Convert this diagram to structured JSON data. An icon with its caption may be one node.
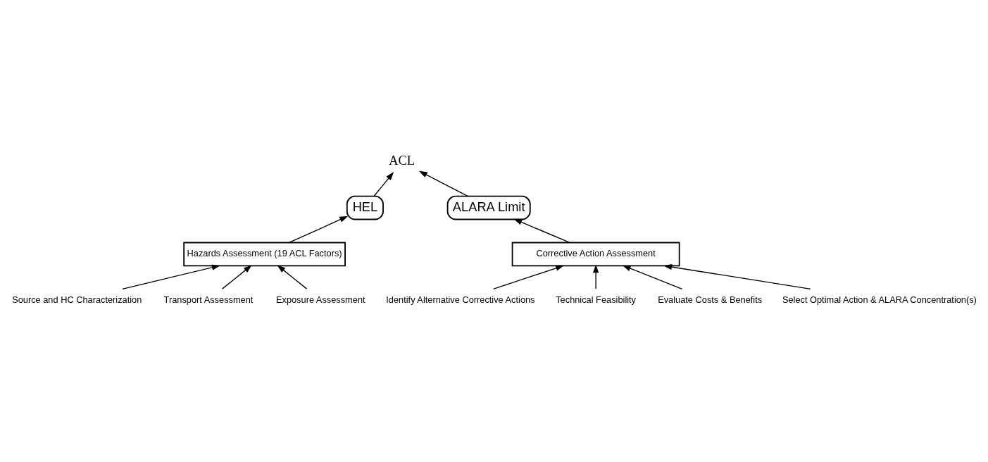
{
  "diagram": {
    "nodes": [
      {
        "text": [
          "ACL"
        ]
      },
      {
        "text": [
          "HEL"
        ]
      },
      {
        "text": [
          "ALARA Limit"
        ]
      },
      {
        "text": [
          "Hazards Assessment (19 ACL Factors)"
        ]
      },
      {
        "text": [
          "Corrective Action Assessment"
        ]
      },
      {
        "text": [
          "Source and HC Characterization"
        ]
      },
      {
        "text": [
          "Transport Assessment"
        ]
      },
      {
        "text": [
          "Exposure Assessment"
        ]
      },
      {
        "text": [
          "Identify Alternative Corrective Actions"
        ]
      },
      {
        "text": [
          "Technical Feasibility"
        ]
      },
      {
        "text": [
          "Evaluate Costs & Benefits"
        ]
      },
      {
        "text": [
          "Select Optimal Action & ALARA Concentration(s)"
        ]
      }
    ],
    "edges": [
      {
        "from": 1,
        "to": 0,
        "arrow": "to"
      },
      {
        "from": 2,
        "to": 0,
        "arrow": "to"
      },
      {
        "from": 3,
        "to": 1,
        "arrow": "to"
      },
      {
        "from": 4,
        "to": 2,
        "arrow": "to"
      },
      {
        "from": 5,
        "to": 3,
        "arrow": "to"
      },
      {
        "from": 6,
        "to": 3,
        "arrow": "to"
      },
      {
        "from": 7,
        "to": 3,
        "arrow": "to"
      },
      {
        "from": 8,
        "to": 4,
        "arrow": "to"
      },
      {
        "from": 9,
        "to": 4,
        "arrow": "to"
      },
      {
        "from": 10,
        "to": 4,
        "arrow": "to"
      },
      {
        "from": 11,
        "to": 4,
        "arrow": "to"
      }
    ]
  }
}
